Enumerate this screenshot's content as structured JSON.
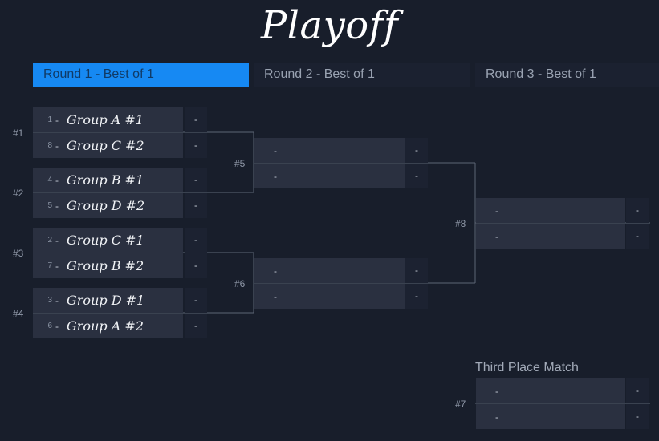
{
  "title": "Playoff",
  "rounds": [
    {
      "label": "Round 1 - Best of 1",
      "active": true
    },
    {
      "label": "Round 2 - Best of 1",
      "active": false
    },
    {
      "label": "Round 3 - Best of 1",
      "active": false
    }
  ],
  "round1": [
    {
      "label": "#1",
      "teams": [
        {
          "seed": "1",
          "name": "Group A #1",
          "score": "-"
        },
        {
          "seed": "8",
          "name": "Group C #2",
          "score": "-"
        }
      ]
    },
    {
      "label": "#2",
      "teams": [
        {
          "seed": "4",
          "name": "Group B #1",
          "score": "-"
        },
        {
          "seed": "5",
          "name": "Group D #2",
          "score": "-"
        }
      ]
    },
    {
      "label": "#3",
      "teams": [
        {
          "seed": "2",
          "name": "Group C #1",
          "score": "-"
        },
        {
          "seed": "7",
          "name": "Group B #2",
          "score": "-"
        }
      ]
    },
    {
      "label": "#4",
      "teams": [
        {
          "seed": "3",
          "name": "Group D #1",
          "score": "-"
        },
        {
          "seed": "6",
          "name": "Group A #2",
          "score": "-"
        }
      ]
    }
  ],
  "round2": [
    {
      "label": "#5",
      "teams": [
        {
          "name": "-",
          "score": "-"
        },
        {
          "name": "-",
          "score": "-"
        }
      ]
    },
    {
      "label": "#6",
      "teams": [
        {
          "name": "-",
          "score": "-"
        },
        {
          "name": "-",
          "score": "-"
        }
      ]
    }
  ],
  "round3": [
    {
      "label": "#8",
      "teams": [
        {
          "name": "-",
          "score": "-"
        },
        {
          "name": "-",
          "score": "-"
        }
      ]
    }
  ],
  "third_place": {
    "title": "Third Place Match",
    "label": "#7",
    "teams": [
      {
        "name": "-",
        "score": "-"
      },
      {
        "name": "-",
        "score": "-"
      }
    ]
  },
  "seed_separator": "-"
}
